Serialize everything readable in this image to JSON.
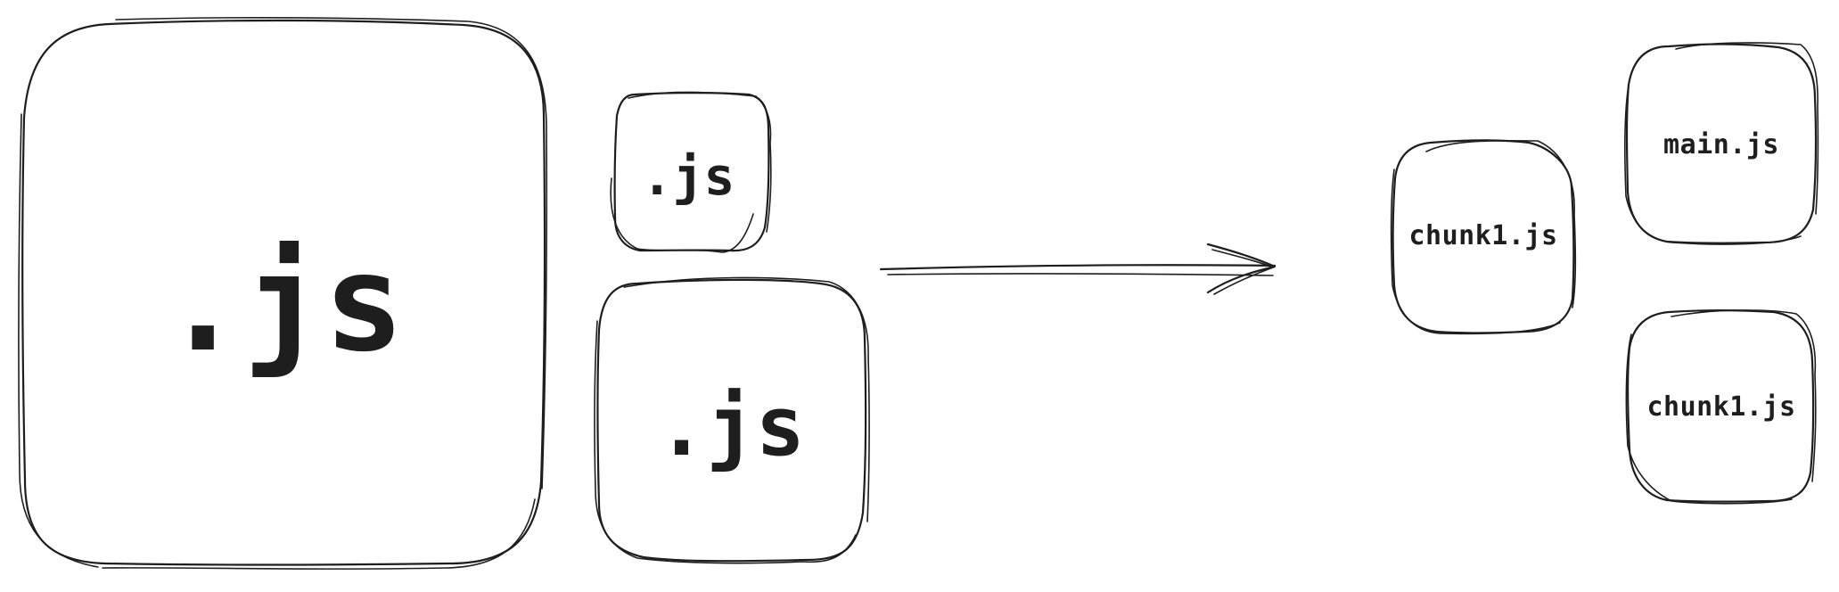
{
  "diagram": {
    "source_files": [
      {
        "id": "big",
        "label": ".js"
      },
      {
        "id": "small",
        "label": ".js"
      },
      {
        "id": "medium",
        "label": ".js"
      }
    ],
    "output_chunks": [
      {
        "id": "chunk-left",
        "label": "chunk1.js"
      },
      {
        "id": "main",
        "label": "main.js"
      },
      {
        "id": "chunk-right",
        "label": "chunk1.js"
      }
    ],
    "arrow": {
      "direction": "right"
    },
    "colors": {
      "stroke": "#1e1e1e",
      "background": "#ffffff"
    }
  }
}
